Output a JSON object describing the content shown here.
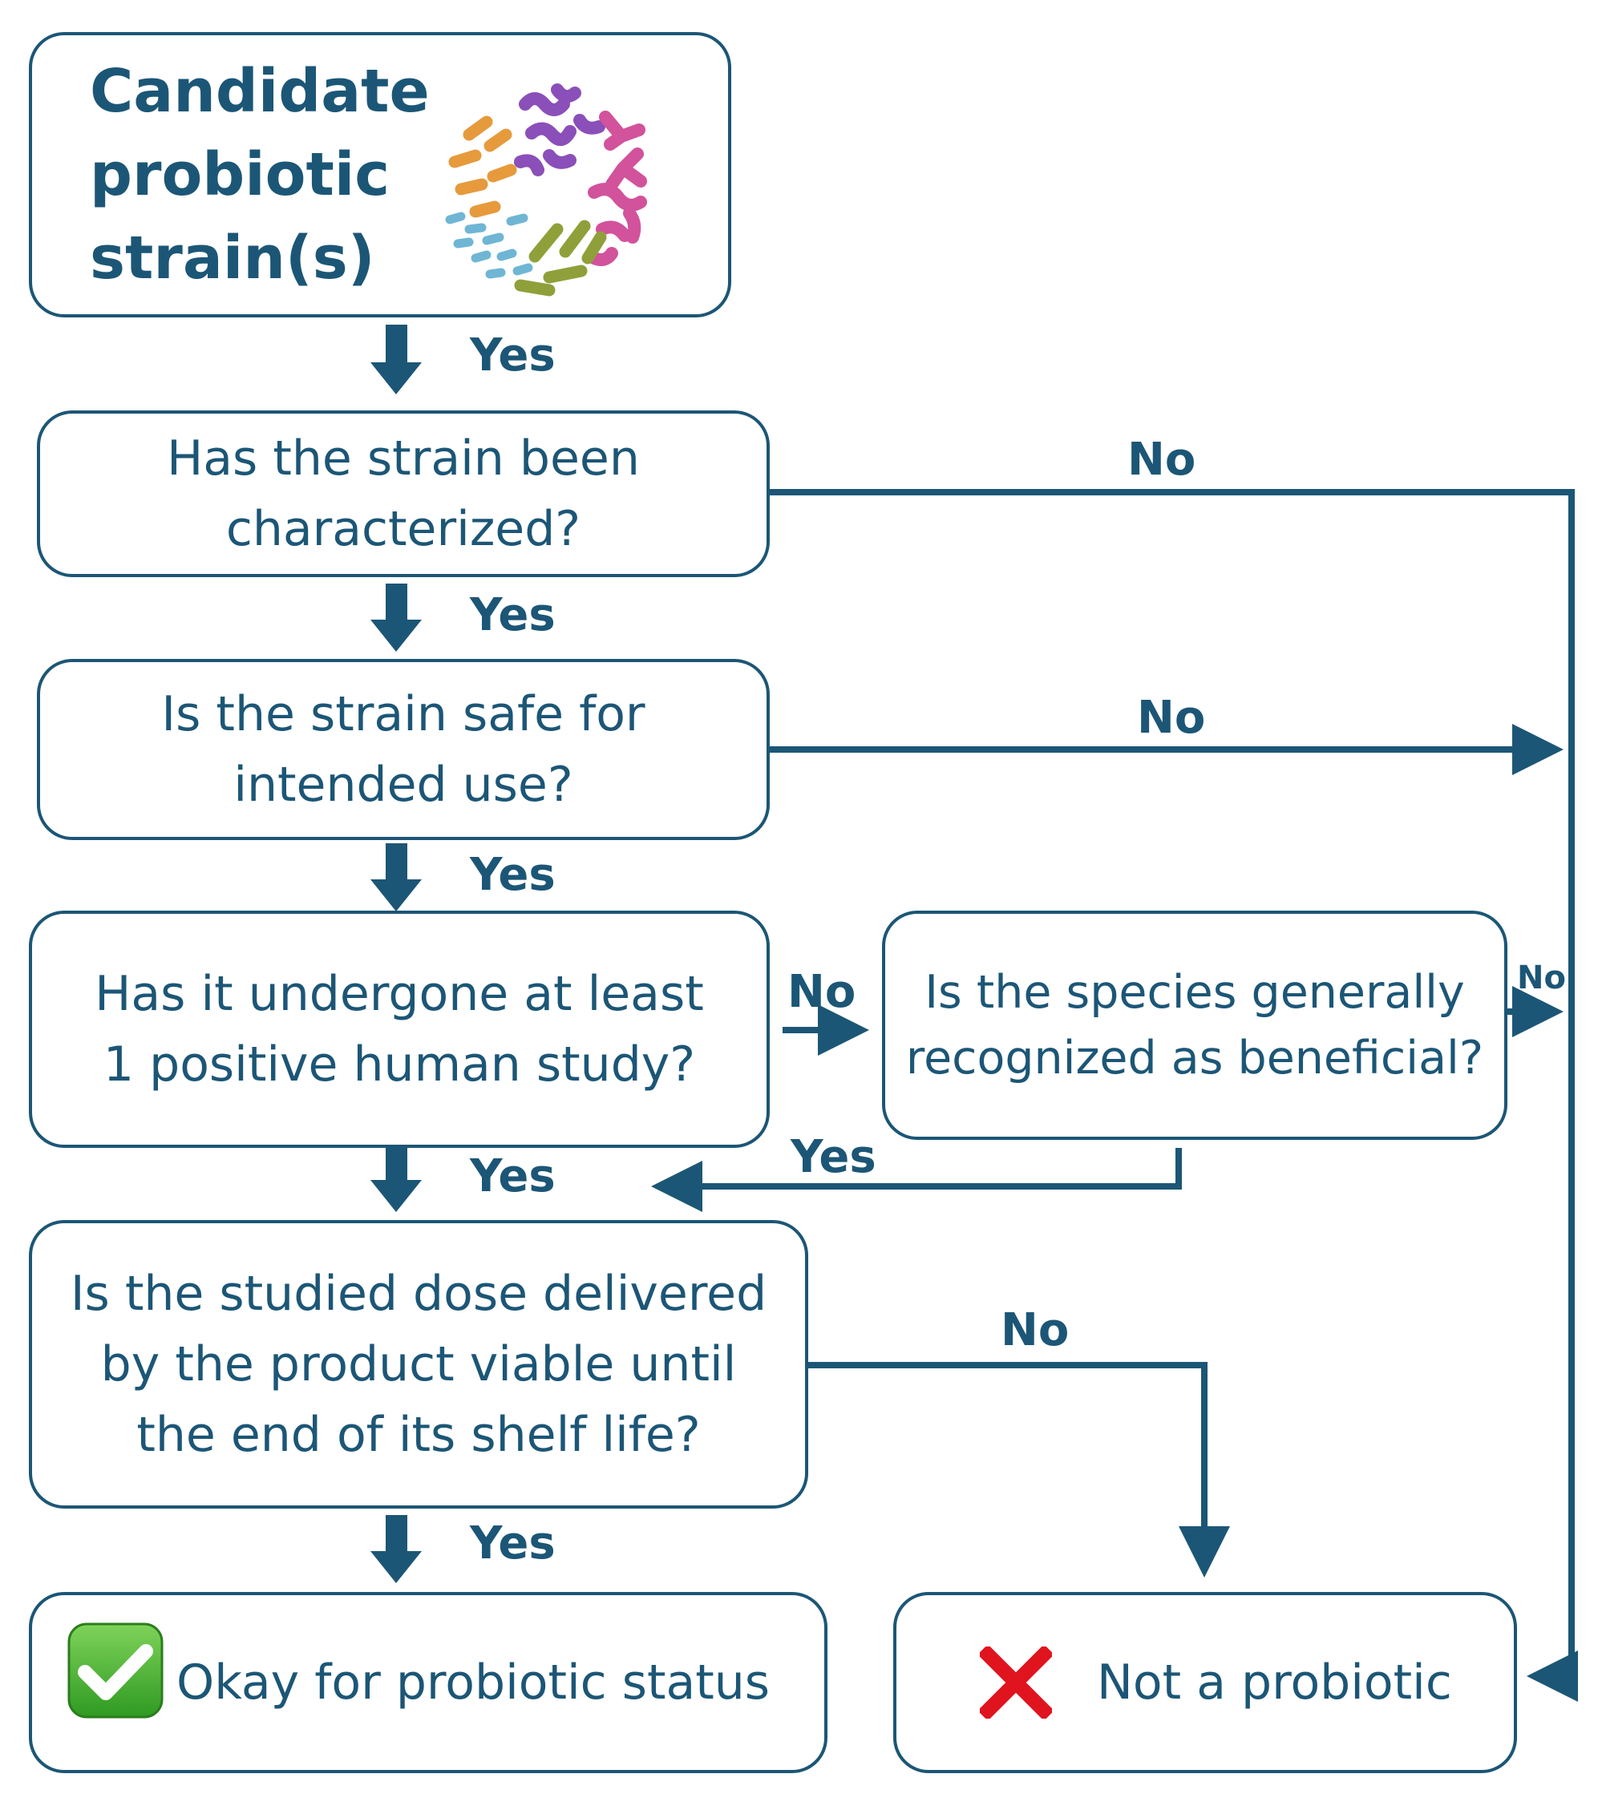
{
  "nodes": {
    "start": "Candidate probiotic strain(s)",
    "characterized": "Has the strain been characterized?",
    "safe": "Is the strain safe for intended use?",
    "human_study": "Has it undergone at least 1 positive human study?",
    "species_beneficial": "Is the species generally recognized as beneficial?",
    "dose_viable": "Is the studied dose delivered by the product viable until the end of its shelf life?",
    "okay": "Okay for probiotic status",
    "not_probiotic": "Not a probiotic"
  },
  "edges": {
    "start_to_characterized": "Yes",
    "characterized_yes": "Yes",
    "characterized_no": "No",
    "safe_yes": "Yes",
    "safe_no": "No",
    "human_study_yes": "Yes",
    "human_study_no": "No",
    "species_yes": "Yes",
    "species_no": "No",
    "dose_yes": "Yes",
    "dose_no": "No"
  },
  "icons": {
    "start": "bacteria-cluster-icon",
    "okay": "green-check-icon",
    "not_probiotic": "red-x-icon"
  },
  "colors": {
    "stroke": "#1c5676",
    "check_green": "#3fae2a",
    "cross_red": "#e0141e"
  }
}
